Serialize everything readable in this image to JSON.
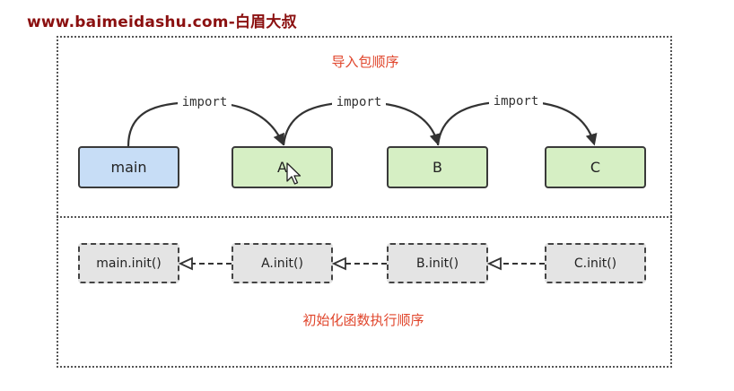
{
  "watermark": "www.baimeidashu.com-白眉大叔",
  "import_section": {
    "title": "导入包顺序",
    "packages": [
      {
        "label": "main"
      },
      {
        "label": "A"
      },
      {
        "label": "B"
      },
      {
        "label": "C"
      }
    ],
    "arrow_label": "import"
  },
  "init_section": {
    "title": "初始化函数执行顺序",
    "inits": [
      {
        "label": "main.init()"
      },
      {
        "label": "A.init()"
      },
      {
        "label": "B.init()"
      },
      {
        "label": "C.init()"
      }
    ]
  },
  "colors": {
    "main_fill": "#c7ddf6",
    "package_fill": "#d6efc4",
    "init_fill": "#e4e4e4",
    "title_red": "#e0452b",
    "watermark": "#8b1010"
  },
  "icons": {
    "cursor": "mouse-pointer-icon"
  }
}
